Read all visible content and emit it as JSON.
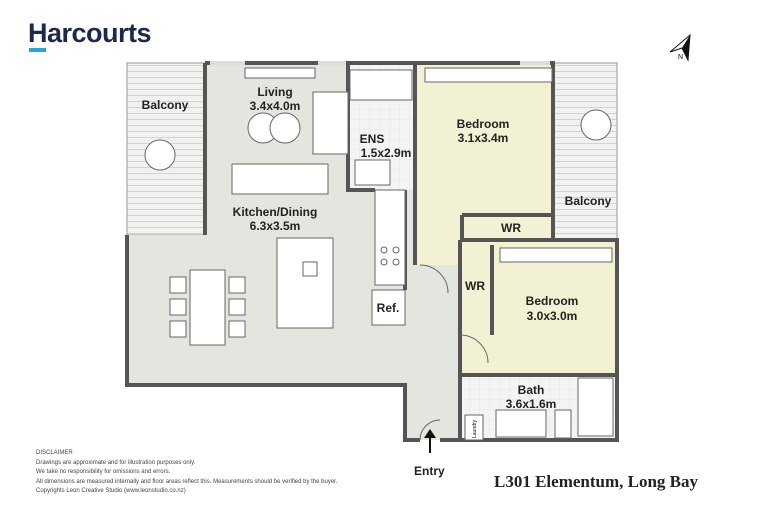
{
  "brand": {
    "logo_text": "Harcourts",
    "accent": "#2aa4dc",
    "text_color": "#1b2a4a"
  },
  "title": "L301 Elementum, Long Bay",
  "compass": {
    "icon": "north-arrow-icon",
    "label": "N"
  },
  "rooms": {
    "balcony_left": {
      "name": "Balcony"
    },
    "living": {
      "name": "Living",
      "size": "3.4x4.0m"
    },
    "ens": {
      "name": "ENS",
      "size": "1.5x2.9m"
    },
    "bedroom1": {
      "name": "Bedroom",
      "size": "3.1x3.4m"
    },
    "balcony_right": {
      "name": "Balcony"
    },
    "kitchen": {
      "name": "Kitchen/Dining",
      "size": "6.3x3.5m"
    },
    "wr1": {
      "name": "WR"
    },
    "wr2": {
      "name": "WR"
    },
    "bedroom2": {
      "name": "Bedroom",
      "size": "3.0x3.0m"
    },
    "ref": {
      "name": "Ref."
    },
    "bath": {
      "name": "Bath",
      "size": "3.6x1.6m"
    },
    "laundry": {
      "name": "Laundry"
    }
  },
  "entry": "Entry",
  "colors": {
    "living": "#e3e5df",
    "bedroom": "#f3f1d3",
    "wall": "#555555"
  },
  "disclaimer": {
    "heading": "DISCLAIMER",
    "lines": [
      "Drawings are approximate and for illustration purposes only.",
      "We take no responsibility for omissions and errors.",
      "All dimensions are measured internally and floor areas reflect this. Measurements should be verified by the buyer.",
      "Copyrights Leon Creative Studio (www.leonstudio.co.nz)"
    ]
  }
}
